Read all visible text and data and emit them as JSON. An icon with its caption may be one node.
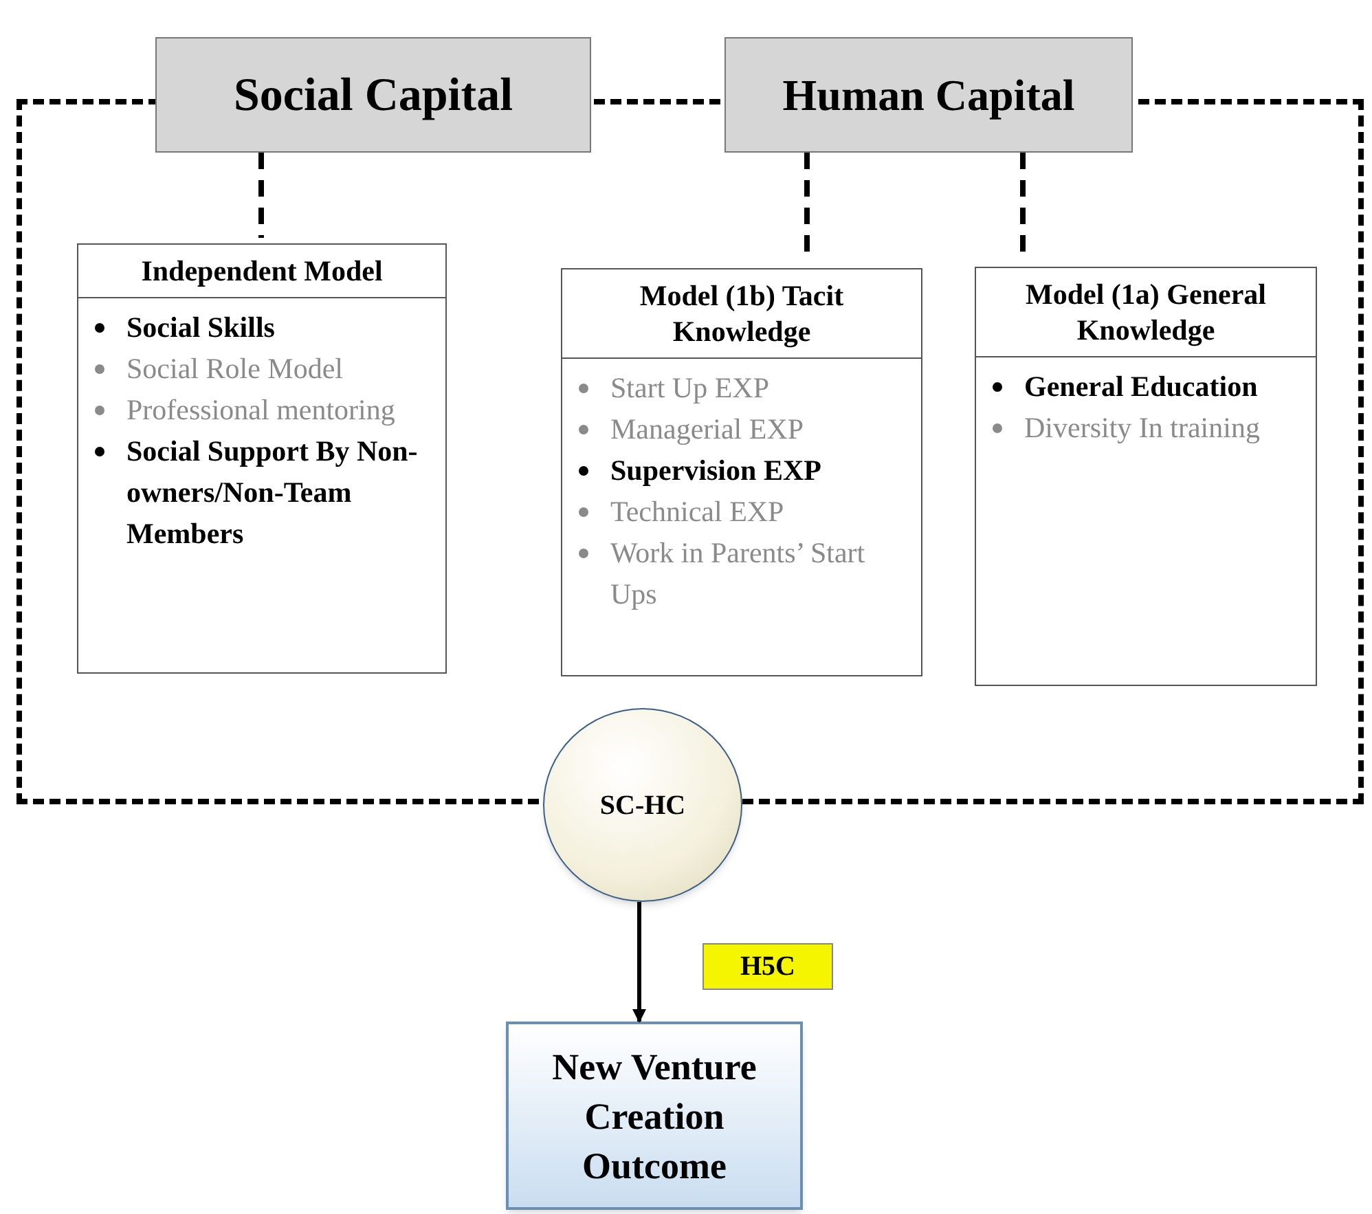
{
  "diagram": {
    "nodes": [
      {
        "text": [],
        "shape": "box"
      },
      {
        "text": [
          "Social Capital"
        ]
      },
      {
        "text": [
          "Human Capital"
        ]
      },
      {
        "text": [
          "Independent Model",
          "**Social Skills**",
          "Social Role Model",
          "Professional mentoring",
          "**Social Support By Non-owners/Non-Team Members**"
        ],
        "in": 0
      },
      {
        "text": [
          "Model (1b) Tacit Knowledge",
          "Start Up EXP",
          "Managerial EXP",
          "**Supervision EXP**",
          "Technical EXP",
          "Work in Parents’ Start Ups"
        ],
        "in": 0
      },
      {
        "text": [
          "Model (1a) General Knowledge",
          "**General Education**",
          "Diversity In training"
        ],
        "in": 0
      },
      {
        "text": [
          "SC-HC"
        ]
      },
      {
        "text": [
          "New Venture Creation Outcome"
        ]
      }
    ],
    "edges": [
      {
        "from": 1,
        "to": 3,
        "arrow": "none",
        "style": "dashed"
      },
      {
        "from": 2,
        "to": 4,
        "arrow": "none",
        "style": "dashed"
      },
      {
        "from": 2,
        "to": 5,
        "arrow": "none",
        "style": "dashed"
      },
      {
        "from": 6,
        "to": 7,
        "arrow": "to",
        "label": "H5C"
      }
    ]
  }
}
